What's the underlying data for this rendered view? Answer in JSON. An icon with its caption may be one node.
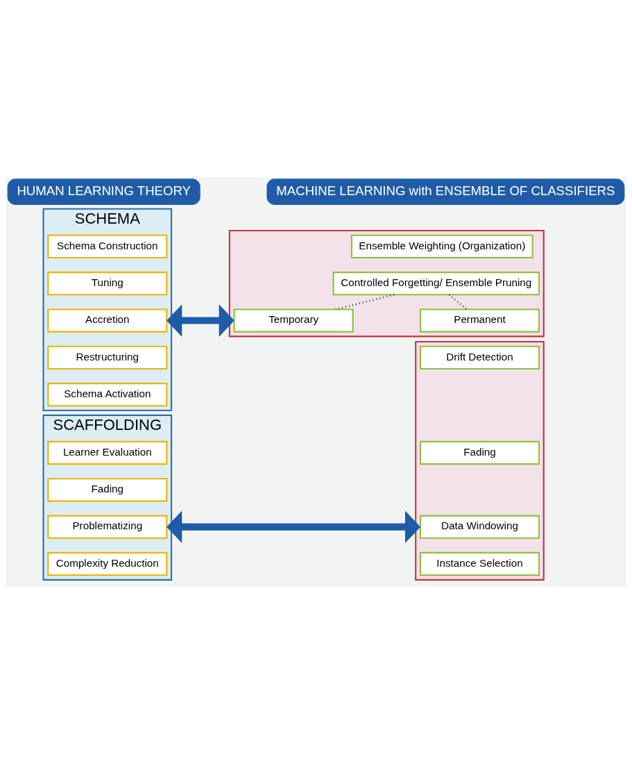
{
  "diagram": {
    "nodes": [
      {
        "text": [
          "HUMAN LEARNING THEORY"
        ]
      },
      {
        "text": [
          "MACHINE LEARNING with ENSEMBLE OF CLASSIFIERS"
        ]
      },
      {
        "text": [
          "SCHEMA"
        ]
      },
      {
        "text": [
          "Schema Construction"
        ],
        "in": 2
      },
      {
        "text": [
          "Tuning"
        ],
        "in": 2
      },
      {
        "text": [
          "Accretion"
        ],
        "in": 2
      },
      {
        "text": [
          "Restructuring"
        ],
        "in": 2
      },
      {
        "text": [
          "Schema Activation"
        ],
        "in": 2
      },
      {
        "text": [],
        "shape": "box"
      },
      {
        "text": [
          "Ensemble Weighting (Organization)"
        ],
        "in": 8
      },
      {
        "text": [
          "Controlled Forgetting/ Ensemble Pruning"
        ],
        "in": 8
      },
      {
        "text": [
          "Temporary"
        ],
        "in": 8
      },
      {
        "text": [
          "Permanent"
        ],
        "in": 8
      },
      {
        "text": [
          "SCAFFOLDING"
        ]
      },
      {
        "text": [
          "Learner Evaluation"
        ],
        "in": 13
      },
      {
        "text": [
          "Fading"
        ],
        "in": 13
      },
      {
        "text": [
          "Problematizing"
        ],
        "in": 13
      },
      {
        "text": [
          "Complexity Reduction"
        ],
        "in": 13
      },
      {
        "text": [],
        "shape": "box"
      },
      {
        "text": [
          "Drift Detection"
        ],
        "in": 18
      },
      {
        "text": [
          "Fading"
        ],
        "in": 18
      },
      {
        "text": [
          "Data Windowing"
        ],
        "in": 18
      },
      {
        "text": [
          "Instance Selection"
        ],
        "in": 18
      }
    ],
    "edges": [
      {
        "from": 2,
        "to": 8,
        "arrow": "both",
        "style": "thick",
        "color": "#1f5ca8"
      },
      {
        "from": 10,
        "to": 11,
        "arrow": "none",
        "style": "dashed",
        "color": "#000000"
      },
      {
        "from": 10,
        "to": 12,
        "arrow": "none",
        "style": "dashed",
        "color": "#000000"
      },
      {
        "from": 13,
        "to": 18,
        "arrow": "both",
        "style": "thick",
        "color": "#1f5ca8"
      }
    ]
  }
}
